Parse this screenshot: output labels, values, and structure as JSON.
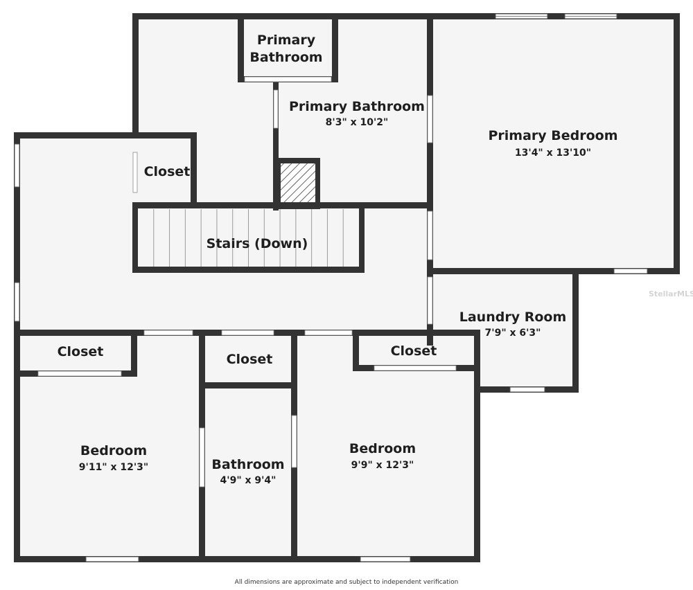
{
  "rooms": {
    "primary_bath_wc": {
      "name_line1": "Primary",
      "name_line2": "Bathroom"
    },
    "primary_bathroom": {
      "name": "Primary Bathroom",
      "dims": "8'3\" x 10'2\""
    },
    "primary_bedroom": {
      "name": "Primary Bedroom",
      "dims": "13'4\" x 13'10\""
    },
    "closet_upper": {
      "name": "Closet"
    },
    "stairs": {
      "name": "Stairs (Down)"
    },
    "laundry": {
      "name": "Laundry Room",
      "dims": "7'9\" x 6'3\""
    },
    "closet_left": {
      "name": "Closet"
    },
    "closet_mid": {
      "name": "Closet"
    },
    "closet_right": {
      "name": "Closet"
    },
    "bedroom_left": {
      "name": "Bedroom",
      "dims": "9'11\" x 12'3\""
    },
    "bathroom": {
      "name": "Bathroom",
      "dims": "4'9\" x 9'4\""
    },
    "bedroom_right": {
      "name": "Bedroom",
      "dims": "9'9\" x 12'3\""
    }
  },
  "footer": {
    "disclaimer": "All dimensions are approximate and subject to independent verification"
  },
  "watermark": "StellarMLS",
  "colors": {
    "wall": "#333333",
    "floor": "#f5f5f5",
    "background": "#ffffff"
  }
}
